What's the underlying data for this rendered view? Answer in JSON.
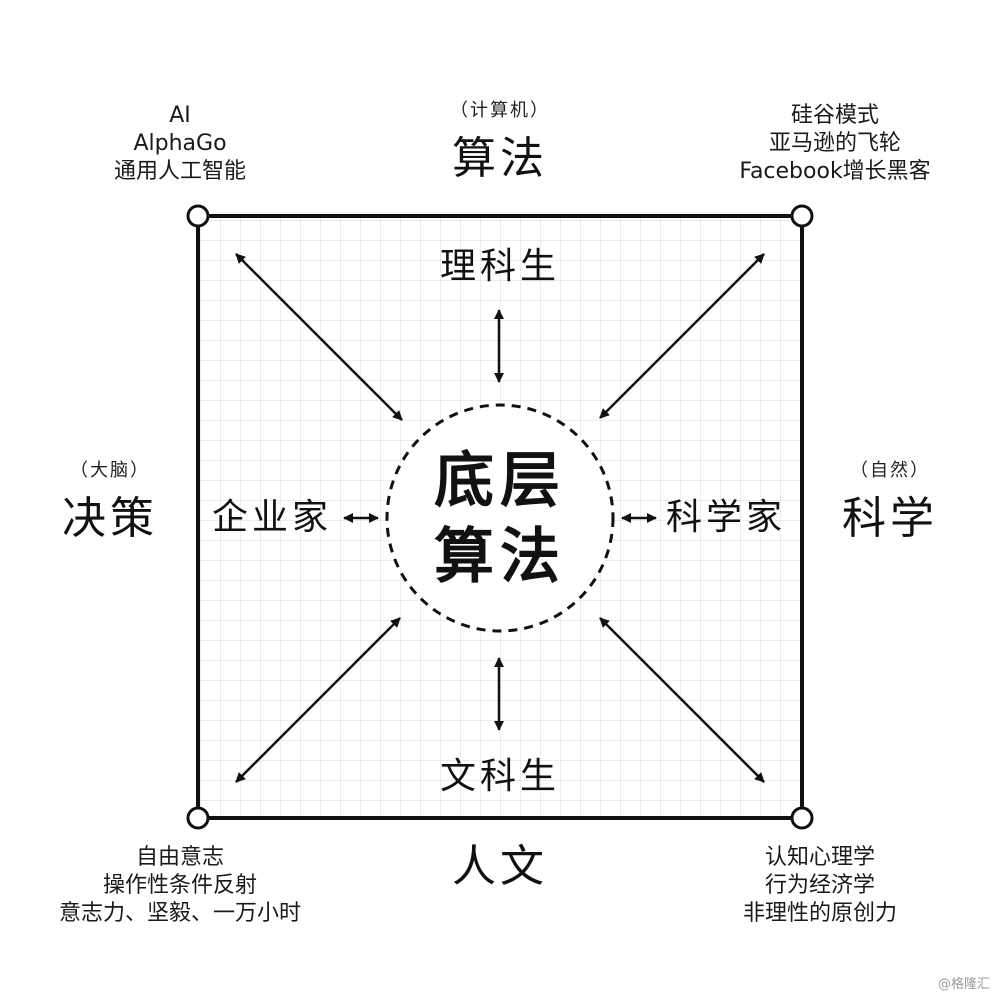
{
  "center": {
    "line1": "底层",
    "line2": "算法"
  },
  "top": {
    "paren": "（计算机）",
    "title": "算法"
  },
  "left": {
    "paren": "（大脑）",
    "title": "决策"
  },
  "right": {
    "paren": "（自然）",
    "title": "科学"
  },
  "bottom": {
    "title": "人文"
  },
  "inner": {
    "top": "理科生",
    "bottom": "文科生",
    "left": "企业家",
    "right": "科学家"
  },
  "corners": {
    "top_left": [
      "AI",
      "AlphaGo",
      "通用人工智能"
    ],
    "top_right": [
      "硅谷模式",
      "亚马逊的飞轮",
      "Facebook增长黑客"
    ],
    "bottom_left": [
      "自由意志",
      "操作性条件反射",
      "意志力、坚毅、一万小时"
    ],
    "bottom_right": [
      "认知心理学",
      "行为经济学",
      "非理性的原创力"
    ]
  },
  "watermark": "@格隆汇"
}
